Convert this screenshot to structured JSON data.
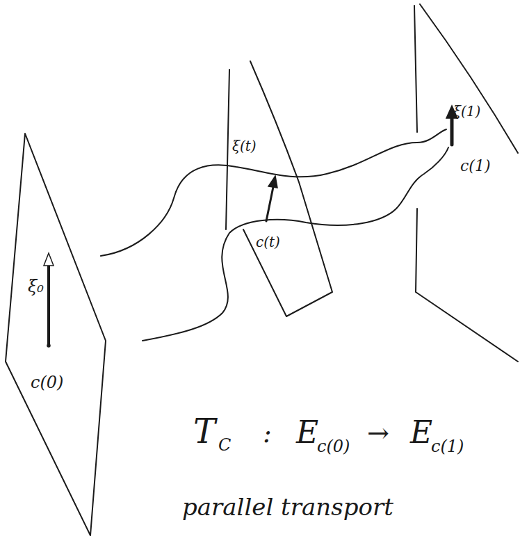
{
  "diagram": {
    "labels": [
      "ξ₀",
      "c(0)",
      "ξ(t)",
      "c(t)",
      "ξ(1)",
      "c(1)",
      "T",
      "C",
      ":",
      "E",
      "c(0)",
      "→",
      "E",
      "c(1)",
      "parallel transport"
    ]
  }
}
